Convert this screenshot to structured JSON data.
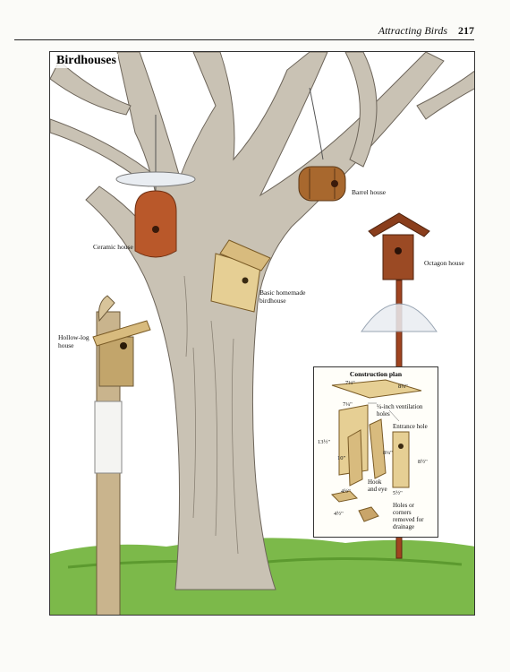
{
  "header": {
    "running_title": "Attracting Birds",
    "page_number": "217"
  },
  "section": {
    "title": "Birdhouses"
  },
  "labels": {
    "ceramic": "Ceramic house",
    "barrel": "Barrel house",
    "octagon": "Octagon house",
    "basic_line1": "Basic homemade",
    "basic_line2": "birdhouse",
    "hollow_line1": "Hollow-log",
    "hollow_line2": "house"
  },
  "construction_plan": {
    "title": "Construction plan",
    "dims": {
      "roof_width": "7¼\"",
      "roof_depth": "8¾\"",
      "side_width": "7¼\"",
      "height": "13½\"",
      "inner_height": "10\"",
      "front_height_a": "8¼\"",
      "front_height_b": "8½\"",
      "floor_a": "4½\"",
      "floor_b": "4½\"",
      "bottom": "5½\""
    },
    "notes": {
      "vent_line1": "¼-inch ventilation",
      "vent_line2": "holes",
      "entrance": "Entrance hole",
      "hook_line1": "Hook",
      "hook_line2": "and eye",
      "drain_line1": "Holes or",
      "drain_line2": "corners",
      "drain_line3": "removed for",
      "drain_line4": "drainage"
    }
  },
  "colors": {
    "bark": "#c9c2b4",
    "bark_shadow": "#a39b8c",
    "wood": "#d8bb7e",
    "wood_dark": "#a07a3c",
    "terracotta": "#b9582a",
    "redwood": "#9b4a24",
    "grass": "#6fae3c",
    "baffle": "#e9edf2"
  }
}
